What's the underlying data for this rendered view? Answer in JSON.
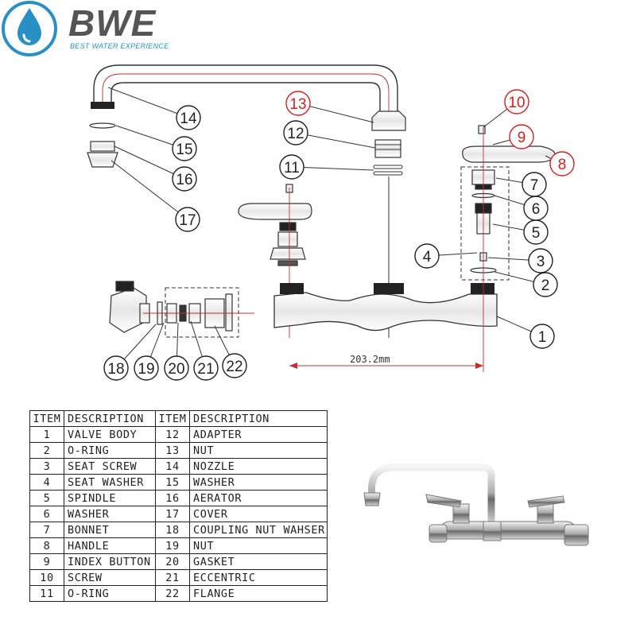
{
  "brand": {
    "name": "BWE",
    "tagline": "BEST WATER EXPERIENCE",
    "colors": {
      "drop": "#2a8fc4",
      "word": "#555555"
    }
  },
  "diagram": {
    "dimension_label": "203.2mm",
    "callouts": [
      {
        "n": "1",
        "highlight": false
      },
      {
        "n": "2",
        "highlight": false
      },
      {
        "n": "3",
        "highlight": false
      },
      {
        "n": "4",
        "highlight": false
      },
      {
        "n": "5",
        "highlight": false
      },
      {
        "n": "6",
        "highlight": false
      },
      {
        "n": "7",
        "highlight": false
      },
      {
        "n": "8",
        "highlight": true
      },
      {
        "n": "9",
        "highlight": true
      },
      {
        "n": "10",
        "highlight": true
      },
      {
        "n": "11",
        "highlight": false
      },
      {
        "n": "12",
        "highlight": false
      },
      {
        "n": "13",
        "highlight": true
      },
      {
        "n": "14",
        "highlight": false
      },
      {
        "n": "15",
        "highlight": false
      },
      {
        "n": "16",
        "highlight": false
      },
      {
        "n": "17",
        "highlight": false
      },
      {
        "n": "18",
        "highlight": false
      },
      {
        "n": "19",
        "highlight": false
      },
      {
        "n": "20",
        "highlight": false
      },
      {
        "n": "21",
        "highlight": false
      },
      {
        "n": "22",
        "highlight": false
      }
    ],
    "colors": {
      "highlight": "#cc2222",
      "line": "#333333",
      "dim_line": "#c03030"
    }
  },
  "parts_table": {
    "headers": [
      "ITEM",
      "DESCRIPTION",
      "ITEM",
      "DESCRIPTION"
    ],
    "rows": [
      [
        "1",
        "VALVE BODY",
        "12",
        "ADAPTER"
      ],
      [
        "2",
        "O-RING",
        "13",
        "NUT"
      ],
      [
        "3",
        "SEAT SCREW",
        "14",
        "NOZZLE"
      ],
      [
        "4",
        "SEAT WASHER",
        "15",
        "WASHER"
      ],
      [
        "5",
        "SPINDLE",
        "16",
        "AERATOR"
      ],
      [
        "6",
        "WASHER",
        "17",
        "COVER"
      ],
      [
        "7",
        "BONNET",
        "18",
        "COUPLING NUT WAHSER"
      ],
      [
        "8",
        "HANDLE",
        "19",
        "NUT"
      ],
      [
        "9",
        "INDEX BUTTON",
        "20",
        "GASKET"
      ],
      [
        "10",
        "SCREW",
        "21",
        "ECCENTRIC"
      ],
      [
        "11",
        "O-RING",
        "22",
        "FLANGE"
      ]
    ]
  }
}
